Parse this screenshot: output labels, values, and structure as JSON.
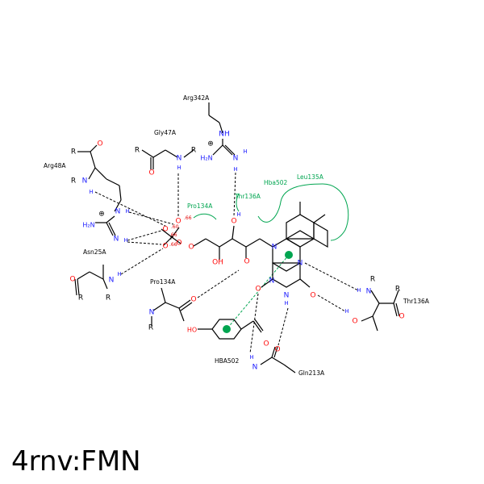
{
  "title": "4rnv:FMN",
  "residues": {
    "arg342": "Arg342A",
    "gly47": "Gly47A",
    "arg48": "Arg48A",
    "asn25": "Asn25A",
    "pro134_top": "Pro134A",
    "thr136_top": "Thr136A",
    "hba502_top": "Hba502",
    "leu135": "Leu135A",
    "pro134_bottom": "Pro134A",
    "hba502_bottom": "HBA502",
    "thr136_right": "Thr136A",
    "gln213": "Gln213A"
  },
  "distances": {
    "d1": ".66",
    "d2": ".60",
    "d3": ".66",
    "d4": ".66"
  },
  "colors": {
    "bond": "#000000",
    "nitrogen": "#1c1cff",
    "oxygen": "#ff0d0d",
    "hydrophobic": "#00a550",
    "distance": "#e00000"
  }
}
